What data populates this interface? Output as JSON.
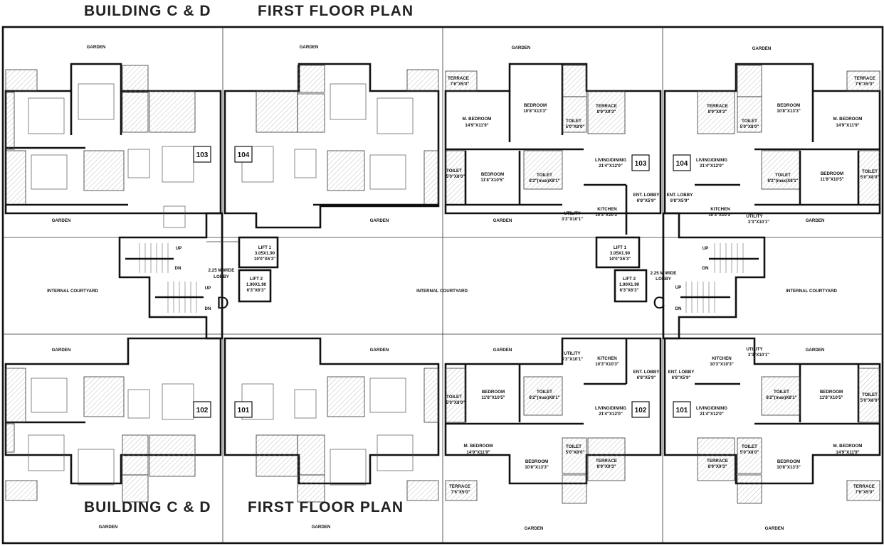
{
  "header": {
    "building": "BUILDING   C & D",
    "plan": "FIRST  FLOOR PLAN"
  },
  "building_letters": {
    "d": "D",
    "c": "C"
  },
  "units": [
    "103",
    "104",
    "102",
    "101"
  ],
  "labels": {
    "garden": "GARDEN",
    "courtyard": "INTERNAL COURTYARD",
    "up": "UP",
    "dn": "DN",
    "lobby_line1": "2.25 M WIDE",
    "lobby_line2": "LOBBY",
    "lift1_line1": "LIFT 1",
    "lift1_line2": "3.05X1.90",
    "lift1_line3": "10'0\"X6'3\"",
    "lift2_line1": "LIFT 2",
    "lift2_line2": "1.90X1.90",
    "lift2_line3": "6'3\"X6'3\"",
    "terrace_small": "TERRACE",
    "terrace_small_dim": "7'6\"X5'0\"",
    "terrace": "TERRACE",
    "terrace_dim": "8'9\"X9'3\"",
    "m_bedroom": "M. BEDROOM",
    "m_bedroom_dim": "14'9\"X11'9\"",
    "bedroom": "BEDROOM",
    "bedroom1_dim": "10'8\"X13'3\"",
    "bedroom2_dim": "11'8\"X10'5\"",
    "toilet": "TOILET",
    "toilet1_dim": "5'0\"X8'0\"",
    "toilet2_dim": "8'2\"(max)X8'1\"",
    "living": "LIVING/DINING",
    "living_dim": "21'4\"X12'0\"",
    "kitchen": "KITCHEN",
    "kitchen_dim": "10'3\"X10'3\"",
    "ent_lobby": "ENT. LOBBY",
    "ent_lobby_dim": "6'8\"X5'9\"",
    "utility": "UTILITY",
    "utility_dim": "3'3\"X10'1\""
  }
}
